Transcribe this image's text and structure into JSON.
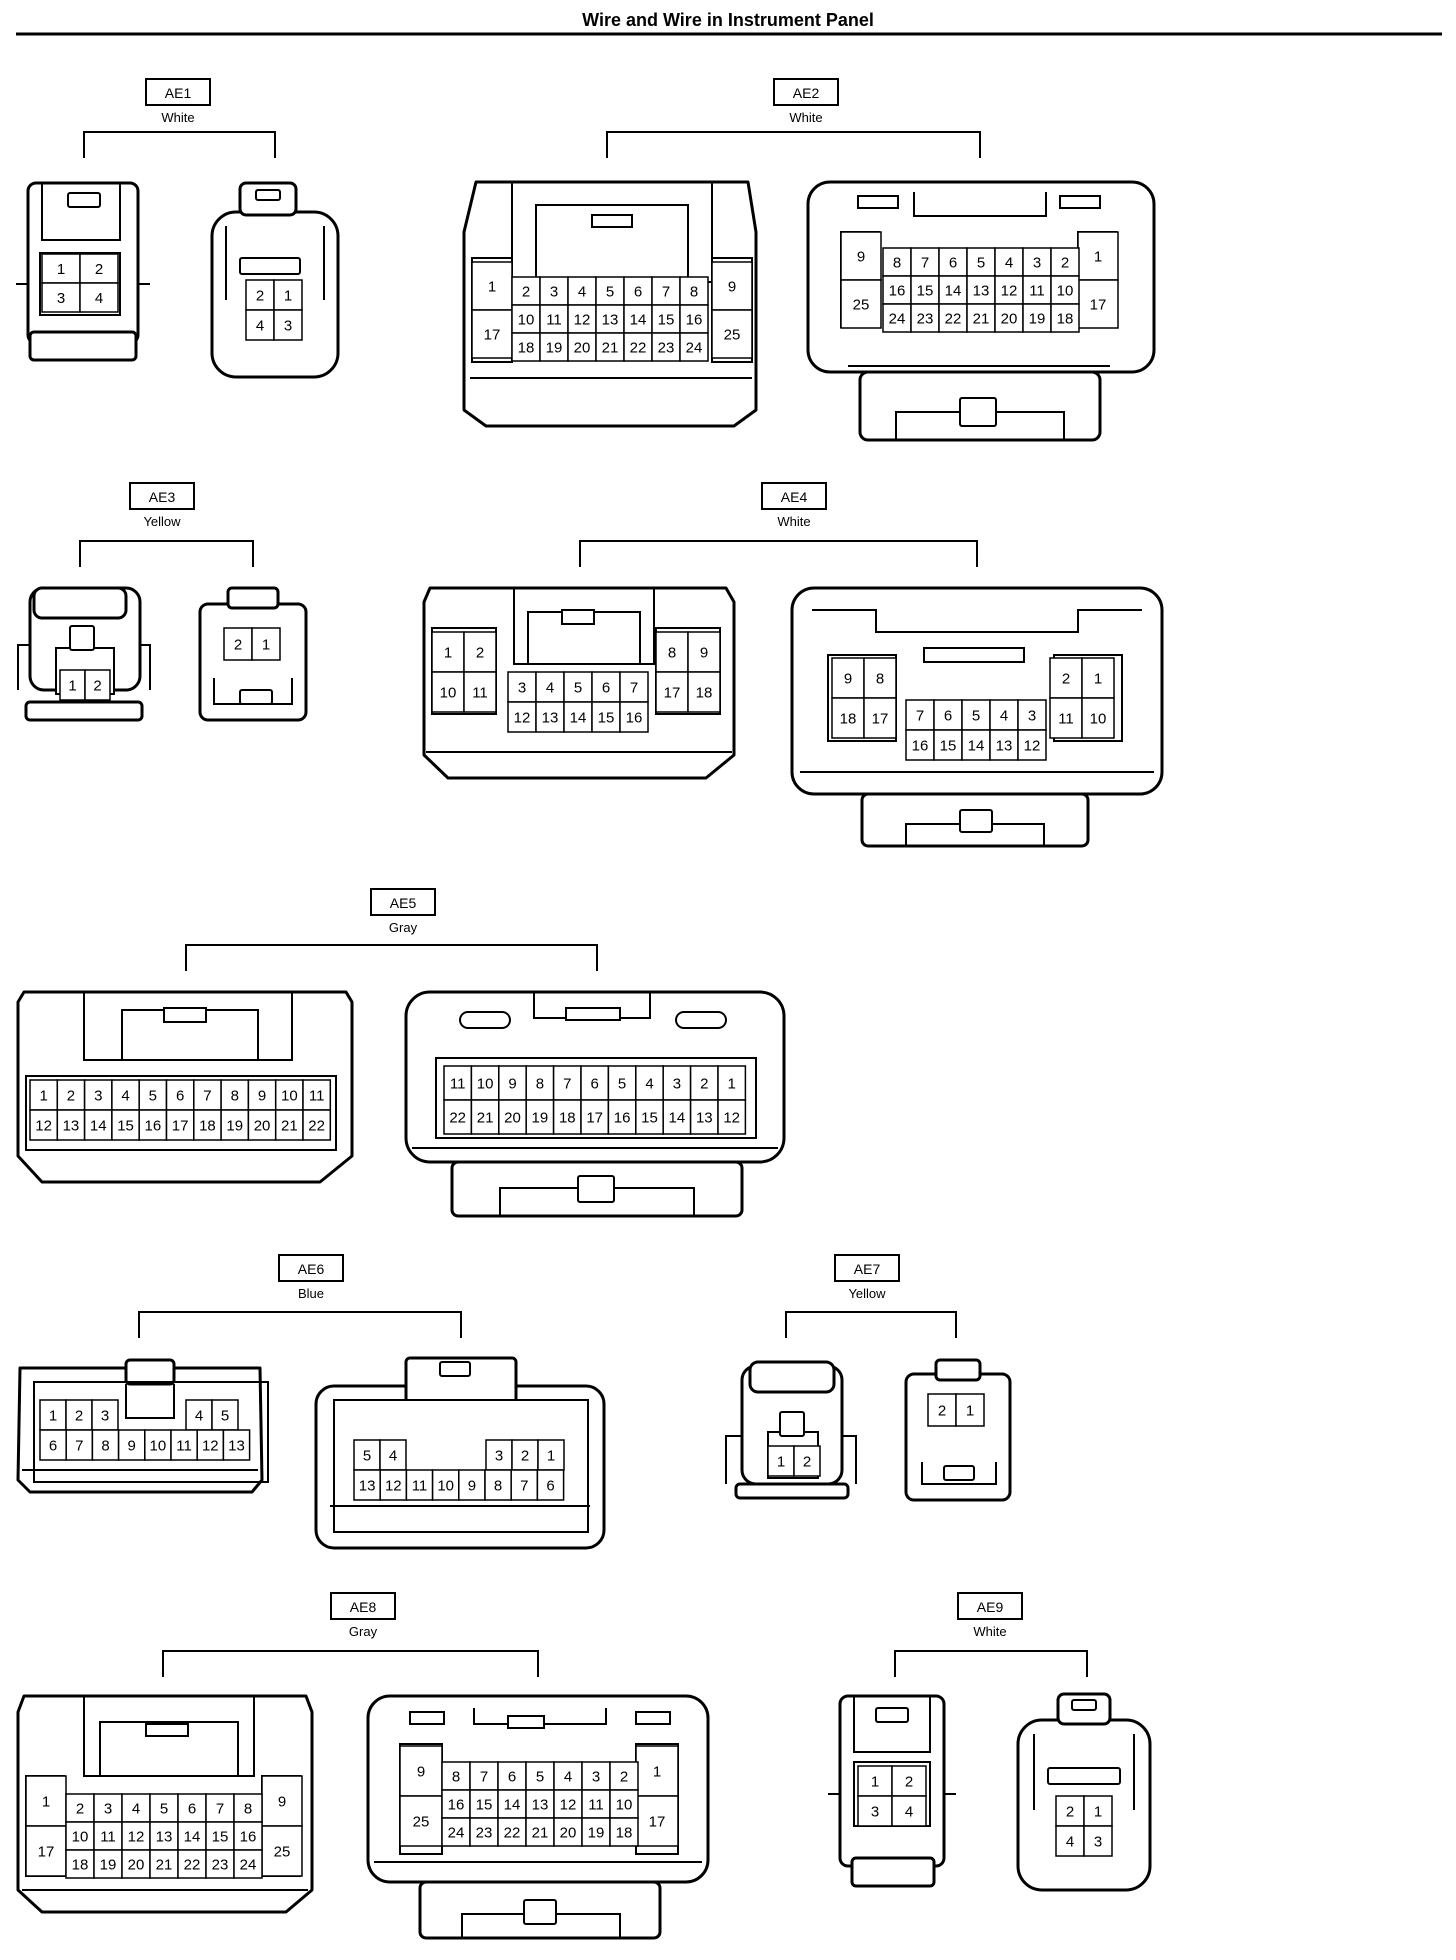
{
  "page": {
    "title": "Wire and Wire in Instrument Panel"
  },
  "connectors": [
    {
      "id": "AE1",
      "color": "White"
    },
    {
      "id": "AE2",
      "color": "White"
    },
    {
      "id": "AE3",
      "color": "Yellow"
    },
    {
      "id": "AE4",
      "color": "White"
    },
    {
      "id": "AE5",
      "color": "Gray"
    },
    {
      "id": "AE6",
      "color": "Blue"
    },
    {
      "id": "AE7",
      "color": "Yellow"
    },
    {
      "id": "AE8",
      "color": "Gray"
    },
    {
      "id": "AE9",
      "color": "White"
    }
  ],
  "pin_labels": [
    "1",
    "2",
    "3",
    "4",
    "5",
    "6",
    "7",
    "8",
    "9",
    "10",
    "11",
    "12",
    "13",
    "14",
    "15",
    "16",
    "17",
    "18",
    "19",
    "20",
    "21",
    "22",
    "23",
    "24",
    "25"
  ]
}
